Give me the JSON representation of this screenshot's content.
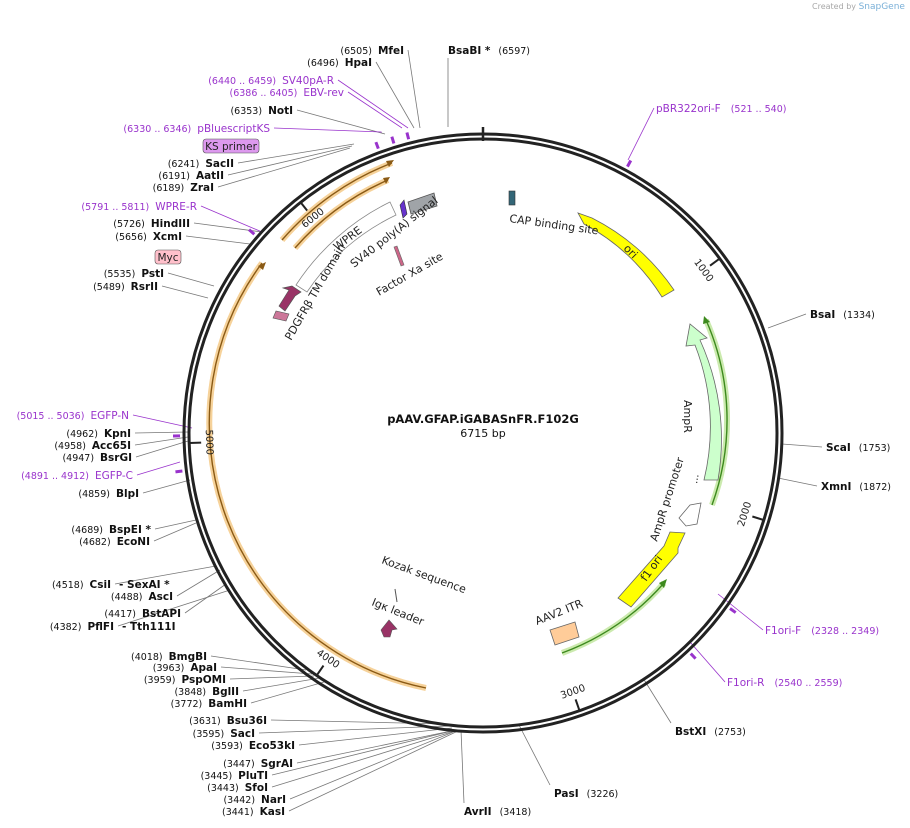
{
  "credit": {
    "prefix": "Created by",
    "brand": "SnapGene"
  },
  "plasmid": {
    "name": "pAAV.GFAP.iGABASnFR.F102G",
    "size_label": "6715 bp",
    "length": 6715
  },
  "colors": {
    "backbone": "#222222",
    "primer": "#9933cc",
    "ori": "#ffff00",
    "ampr": "#ccffcc",
    "orange_arc": "#e8a33a",
    "green_arc": "#55a62e",
    "maroon_feature": "#993366",
    "gray_feature": "#a0a4a8",
    "teal_feature": "#336677",
    "aav2_itr": "#ffcc99",
    "ks_primer_box": "#dd99ee",
    "myc_box": "#ffc0cb"
  },
  "ticks": [
    "1000",
    "2000",
    "3000",
    "4000",
    "5000",
    "6000"
  ],
  "enzymes_right": [
    {
      "name": "BsaBI",
      "star": " *",
      "pos": "(6597)"
    },
    {
      "name": "BsaI",
      "star": "",
      "pos": "(1334)"
    },
    {
      "name": "ScaI",
      "star": "",
      "pos": "(1753)"
    },
    {
      "name": "XmnI",
      "star": "",
      "pos": "(1872)"
    },
    {
      "name": "BstXI",
      "star": "",
      "pos": "(2753)"
    },
    {
      "name": "PasI",
      "star": "",
      "pos": "(3226)"
    },
    {
      "name": "AvrII",
      "star": "",
      "pos": "(3418)"
    }
  ],
  "enzymes_left": [
    {
      "pos": "(6505)",
      "name": "MfeI"
    },
    {
      "pos": "(6496)",
      "name": "HpaI"
    },
    {
      "pos": "(6353)",
      "name": "NotI"
    },
    {
      "pos": "(6241)",
      "name": "SacII"
    },
    {
      "pos": "(6191)",
      "name": "AatII"
    },
    {
      "pos": "(6189)",
      "name": "ZraI"
    },
    {
      "pos": "(5726)",
      "name": "HindIII"
    },
    {
      "pos": "(5656)",
      "name": "XcmI"
    },
    {
      "pos": "(5535)",
      "name": "PstI"
    },
    {
      "pos": "(5489)",
      "name": "RsrII"
    },
    {
      "pos": "(4962)",
      "name": "KpnI"
    },
    {
      "pos": "(4958)",
      "name": "Acc65I"
    },
    {
      "pos": "(4947)",
      "name": "BsrGI"
    },
    {
      "pos": "(4859)",
      "name": "BlpI"
    },
    {
      "pos": "(4689)",
      "name": "BspEI *"
    },
    {
      "pos": "(4682)",
      "name": "EcoNI"
    },
    {
      "pos": "(4518)",
      "name": "CsiI",
      "extra": " - SexAI *"
    },
    {
      "pos": "(4488)",
      "name": "AscI"
    },
    {
      "pos": "(4417)",
      "name": "BstAPI"
    },
    {
      "pos": "(4382)",
      "name": "PflFI",
      "extra": " - Tth111I"
    },
    {
      "pos": "(4018)",
      "name": "BmgBI"
    },
    {
      "pos": "(3963)",
      "name": "ApaI"
    },
    {
      "pos": "(3959)",
      "name": "PspOMI"
    },
    {
      "pos": "(3848)",
      "name": "BglII"
    },
    {
      "pos": "(3772)",
      "name": "BamHI"
    },
    {
      "pos": "(3631)",
      "name": "Bsu36I"
    },
    {
      "pos": "(3595)",
      "name": "SacI"
    },
    {
      "pos": "(3593)",
      "name": "Eco53kI"
    },
    {
      "pos": "(3447)",
      "name": "SgrAI"
    },
    {
      "pos": "(3445)",
      "name": "PluTI"
    },
    {
      "pos": "(3443)",
      "name": "SfoI"
    },
    {
      "pos": "(3442)",
      "name": "NarI"
    },
    {
      "pos": "(3441)",
      "name": "KasI"
    }
  ],
  "primers": [
    {
      "range": "(6440 .. 6459)",
      "name": "SV40pA-R"
    },
    {
      "range": "(6386 .. 6405)",
      "name": "EBV-rev"
    },
    {
      "range": "(6330 .. 6346)",
      "name": "pBluescriptKS"
    },
    {
      "range": "(5791 .. 5811)",
      "name": "WPRE-R"
    },
    {
      "range": "(5015 .. 5036)",
      "name": "EGFP-N"
    },
    {
      "range": "(4891 .. 4912)",
      "name": "EGFP-C"
    },
    {
      "range": "(521 .. 540)",
      "name": "pBR322ori-F"
    },
    {
      "range": "(2328 .. 2349)",
      "name": "F1ori-F"
    },
    {
      "range": "(2540 .. 2559)",
      "name": "F1ori-R"
    }
  ],
  "boxes": {
    "ks_primer": "KS primer",
    "myc": "Myc"
  },
  "features": {
    "cap": "CAP binding site",
    "ori": "ori",
    "ampr": "AmpR",
    "ampr_promoter": "AmpR promoter",
    "ampr_dots": "...",
    "f1_ori": "f1 ori",
    "aav2_itr": "AAV2 ITR",
    "kozak": "Kozak sequence",
    "igk": "Igκ leader",
    "pdgfr": "PDGFRβ TM domain",
    "wpre": "WPRE",
    "sv40": "SV40 poly(A) signal",
    "factor_xa": "Factor Xa site"
  }
}
